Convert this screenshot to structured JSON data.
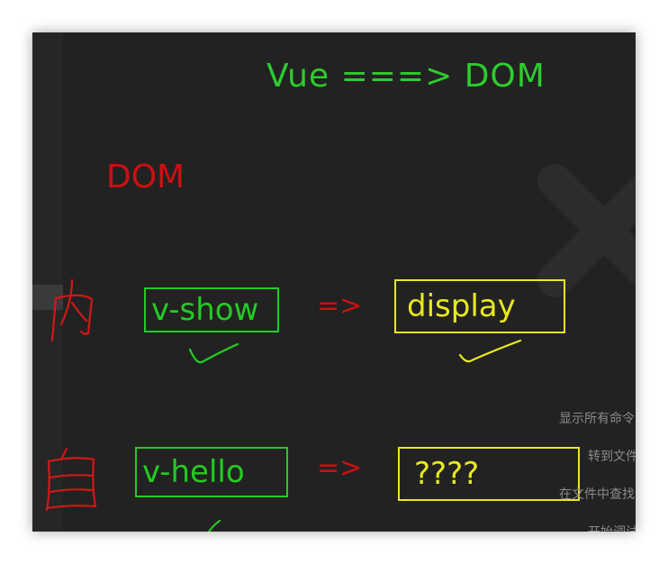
{
  "heading": "Vue ===> DOM",
  "dom_label": "DOM",
  "rows": [
    {
      "left": "v-show",
      "arrow": "=>",
      "right": "display"
    },
    {
      "left": "v-hello",
      "arrow": "=>",
      "right": "????"
    }
  ],
  "handwritten": {
    "row1": "内",
    "row2": "自"
  },
  "menu_items": [
    "显示所有命令",
    "转到文件",
    "在文件中查找",
    "开始调试"
  ],
  "colors": {
    "green": "#22cc22",
    "red": "#cc1010",
    "yellow": "#e8e820",
    "background": "#222222"
  },
  "icons": [
    "close-x-watermark-icon",
    "checkmark-icon"
  ]
}
